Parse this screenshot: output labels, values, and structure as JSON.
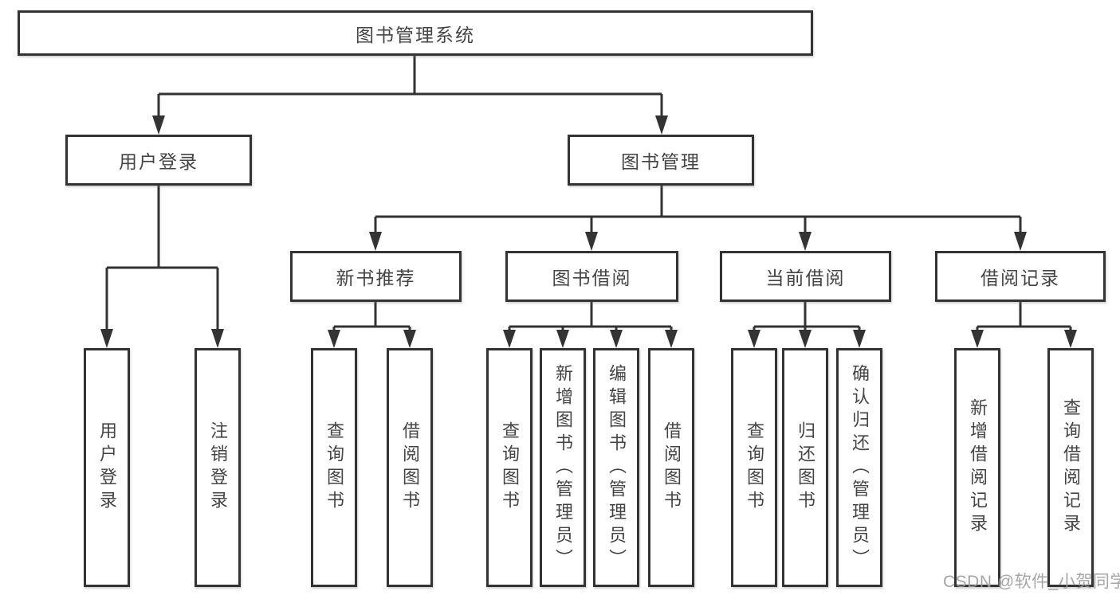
{
  "colors": {
    "background": "#ffffff",
    "line": "#333333",
    "box_border": "#333333",
    "text": "#444444",
    "watermark": "#9e9e9e"
  },
  "watermark": "CSDN @软件_小贺同学",
  "tree": {
    "root": "图书管理系统",
    "level2": {
      "user_login": "用户登录",
      "book_mgmt": "图书管理"
    },
    "level3": {
      "new_books": "新书推荐",
      "book_borrow": "图书借阅",
      "current_borrow": "当前借阅",
      "borrow_records": "借阅记录"
    },
    "leaves": {
      "user_login": "用户登录",
      "logout": "注销登录",
      "nb_query_books": "查询图书",
      "nb_borrow_books": "借阅图书",
      "bb_query_books": "查询图书",
      "bb_add_books": "新增图书（管理员）",
      "bb_edit_books": "编辑图书（管理员）",
      "bb_borrow_books": "借阅图书",
      "cb_query_books": "查询图书",
      "cb_return_books": "归还图书",
      "cb_confirm_return": "确认归还（管理员）",
      "br_add_record": "新增借阅记录",
      "br_query_record": "查询借阅记录"
    }
  }
}
